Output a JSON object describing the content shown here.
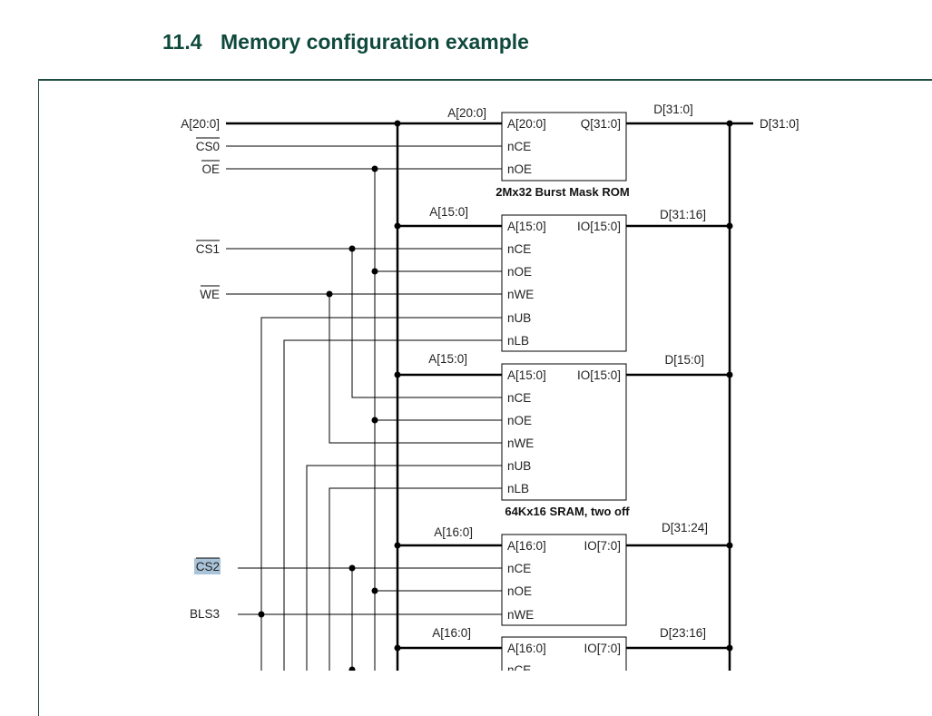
{
  "section": {
    "number": "11.4",
    "title": "Memory configuration example"
  },
  "signals": {
    "addr_in": "A[20:0]",
    "cs0": "CS0",
    "oe": "OE",
    "cs1": "CS1",
    "we": "WE",
    "cs2": "CS2",
    "bls3": "BLS3",
    "data_out": "D[31:0]"
  },
  "rom": {
    "addr_bus": "A[20:0]",
    "data_bus": "D[31:0]",
    "pins_left": [
      "A[20:0]",
      "nCE",
      "nOE"
    ],
    "pin_right": "Q[31:0]",
    "caption": "2Mx32 Burst Mask ROM"
  },
  "sram1": {
    "addr_bus": "A[15:0]",
    "data_bus": "D[31:16]",
    "pins_left": [
      "A[15:0]",
      "nCE",
      "nOE",
      "nWE",
      "nUB",
      "nLB"
    ],
    "pin_right": "IO[15:0]"
  },
  "sram2": {
    "addr_bus": "A[15:0]",
    "data_bus": "D[15:0]",
    "pins_left": [
      "A[15:0]",
      "nCE",
      "nOE",
      "nWE",
      "nUB",
      "nLB"
    ],
    "pin_right": "IO[15:0]",
    "caption": "64Kx16 SRAM, two off"
  },
  "dev8a": {
    "addr_bus": "A[16:0]",
    "data_bus": "D[31:24]",
    "pins_left": [
      "A[16:0]",
      "nCE",
      "nOE",
      "nWE"
    ],
    "pin_right": "IO[7:0]"
  },
  "dev8b": {
    "addr_bus": "A[16:0]",
    "data_bus": "D[23:16]",
    "pins_left": [
      "A[16:0]",
      "nCE"
    ],
    "pin_right": "IO[7:0]"
  }
}
